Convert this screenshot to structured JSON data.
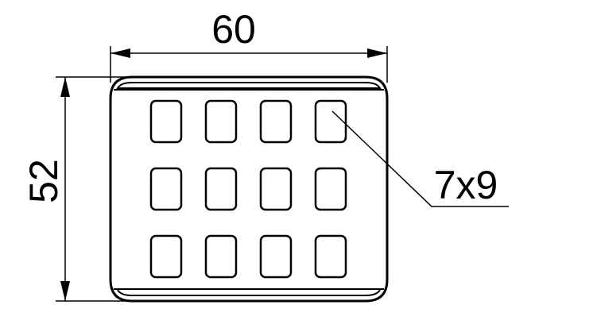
{
  "drawing": {
    "width_dimension": "60",
    "height_dimension": "52",
    "hole_callout": "7x9"
  },
  "holes": {
    "rows": 3,
    "columns": 4
  }
}
